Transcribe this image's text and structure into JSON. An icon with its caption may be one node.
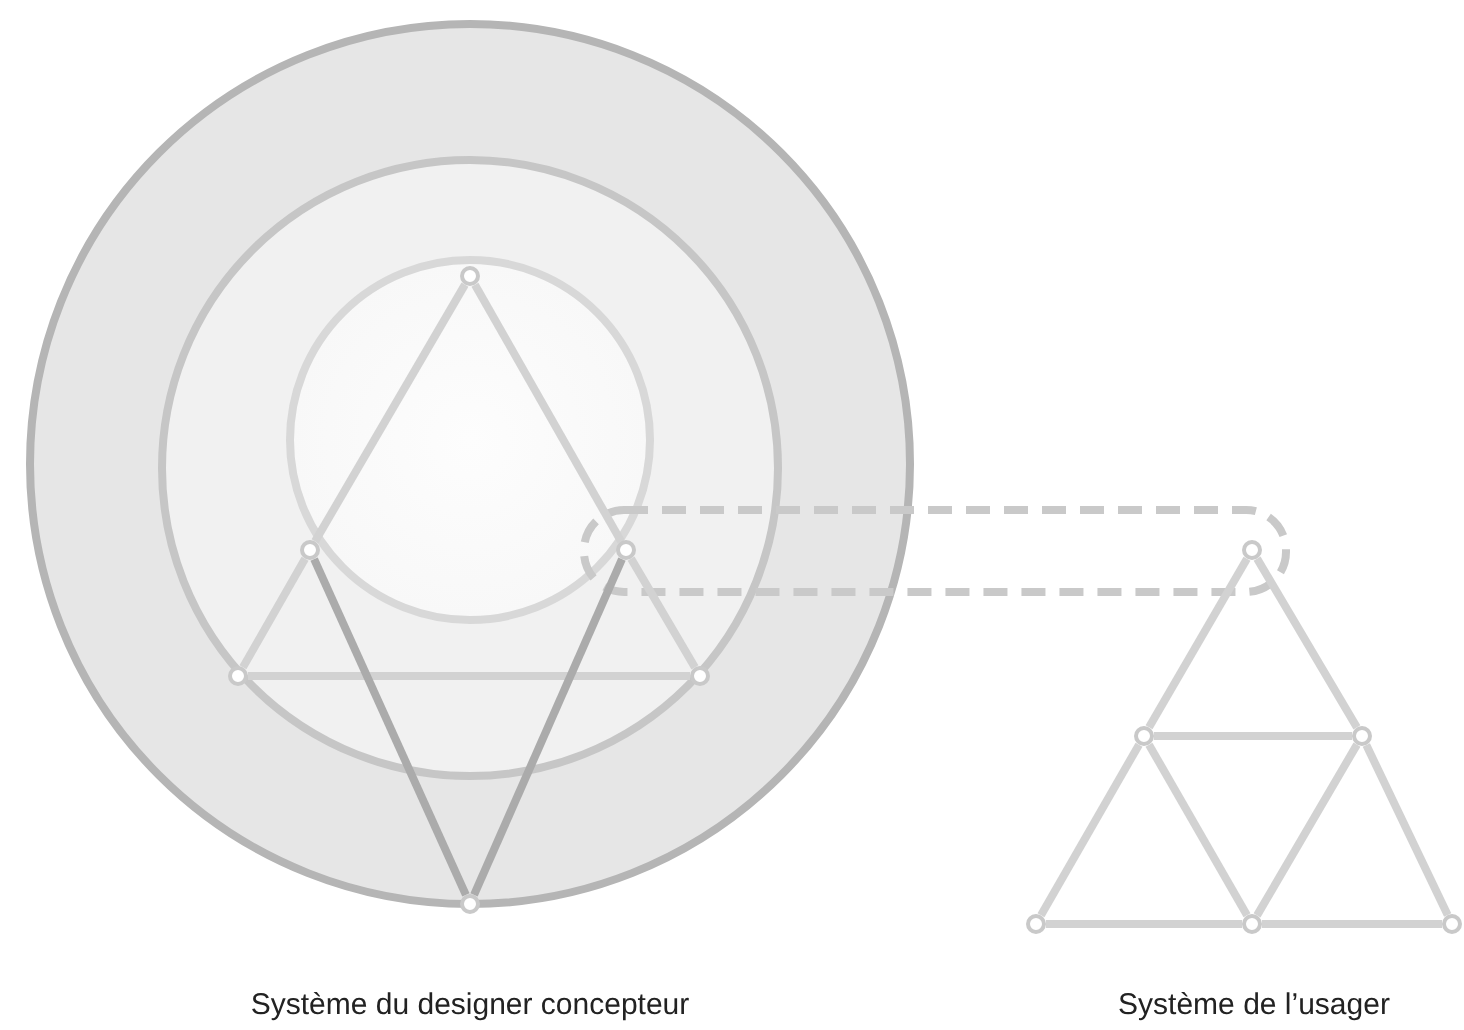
{
  "diagram": {
    "nodes": [
      {
        "text": [],
        "shape": "circle"
      },
      {
        "text": [],
        "shape": "circle",
        "in": 0
      },
      {
        "text": [],
        "shape": "circle",
        "in": 1
      },
      {
        "text": [],
        "shape": "circle",
        "in": 2
      },
      {
        "text": [],
        "shape": "circle",
        "in": 2
      },
      {
        "text": [],
        "shape": "circle",
        "in": 2
      },
      {
        "text": [],
        "shape": "circle",
        "in": 1
      },
      {
        "text": [],
        "shape": "circle",
        "in": 1
      },
      {
        "text": [],
        "shape": "circle"
      },
      {
        "text": [],
        "shape": "circle"
      },
      {
        "text": [],
        "shape": "circle"
      },
      {
        "text": [],
        "shape": "circle"
      },
      {
        "text": [],
        "shape": "circle"
      },
      {
        "text": [],
        "shape": "circle"
      },
      {
        "text": [],
        "shape": "circle"
      }
    ],
    "edges": [
      {
        "from": 3,
        "to": 4,
        "arrow": "none"
      },
      {
        "from": 4,
        "to": 6,
        "arrow": "none"
      },
      {
        "from": 3,
        "to": 5,
        "arrow": "none"
      },
      {
        "from": 5,
        "to": 7,
        "arrow": "none"
      },
      {
        "from": 6,
        "to": 7,
        "arrow": "none"
      },
      {
        "from": 4,
        "to": 8,
        "arrow": "none",
        "color": "#ababab"
      },
      {
        "from": 5,
        "to": 8,
        "arrow": "none",
        "color": "#ababab"
      },
      {
        "from": 9,
        "to": 10,
        "arrow": "none"
      },
      {
        "from": 9,
        "to": 11,
        "arrow": "none"
      },
      {
        "from": 10,
        "to": 11,
        "arrow": "none"
      },
      {
        "from": 10,
        "to": 12,
        "arrow": "none"
      },
      {
        "from": 10,
        "to": 13,
        "arrow": "none"
      },
      {
        "from": 11,
        "to": 13,
        "arrow": "none"
      },
      {
        "from": 11,
        "to": 14,
        "arrow": "none"
      },
      {
        "from": 12,
        "to": 13,
        "arrow": "none"
      },
      {
        "from": 13,
        "to": 14,
        "arrow": "none"
      }
    ],
    "labels": [
      "Système du designer concepteur",
      "Système de l’usager"
    ]
  }
}
